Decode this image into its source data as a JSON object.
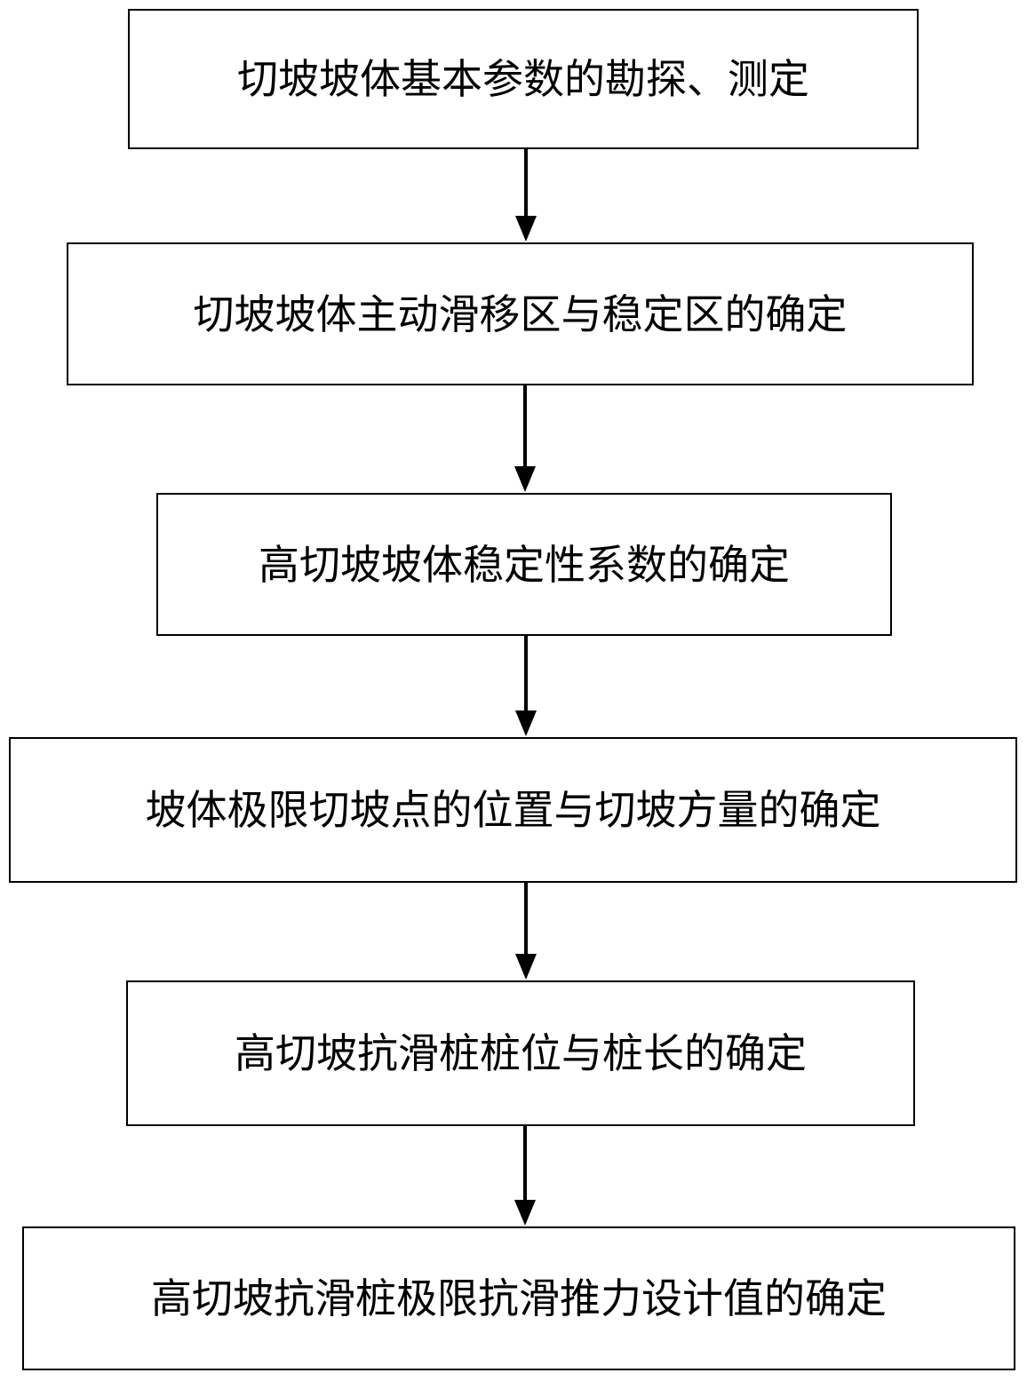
{
  "colors": {
    "stroke": "#000000",
    "text": "#000000",
    "background": "#ffffff"
  },
  "steps": [
    {
      "label": "切坡坡体基本参数的勘探、测定"
    },
    {
      "label": "切坡坡体主动滑移区与稳定区的确定"
    },
    {
      "label": "高切坡坡体稳定性系数的确定"
    },
    {
      "label": "坡体极限切坡点的位置与切坡方量的确定"
    },
    {
      "label": "高切坡抗滑桩桩位与桩长的确定"
    },
    {
      "label": "高切坡抗滑桩极限抗滑推力设计值的确定"
    }
  ]
}
